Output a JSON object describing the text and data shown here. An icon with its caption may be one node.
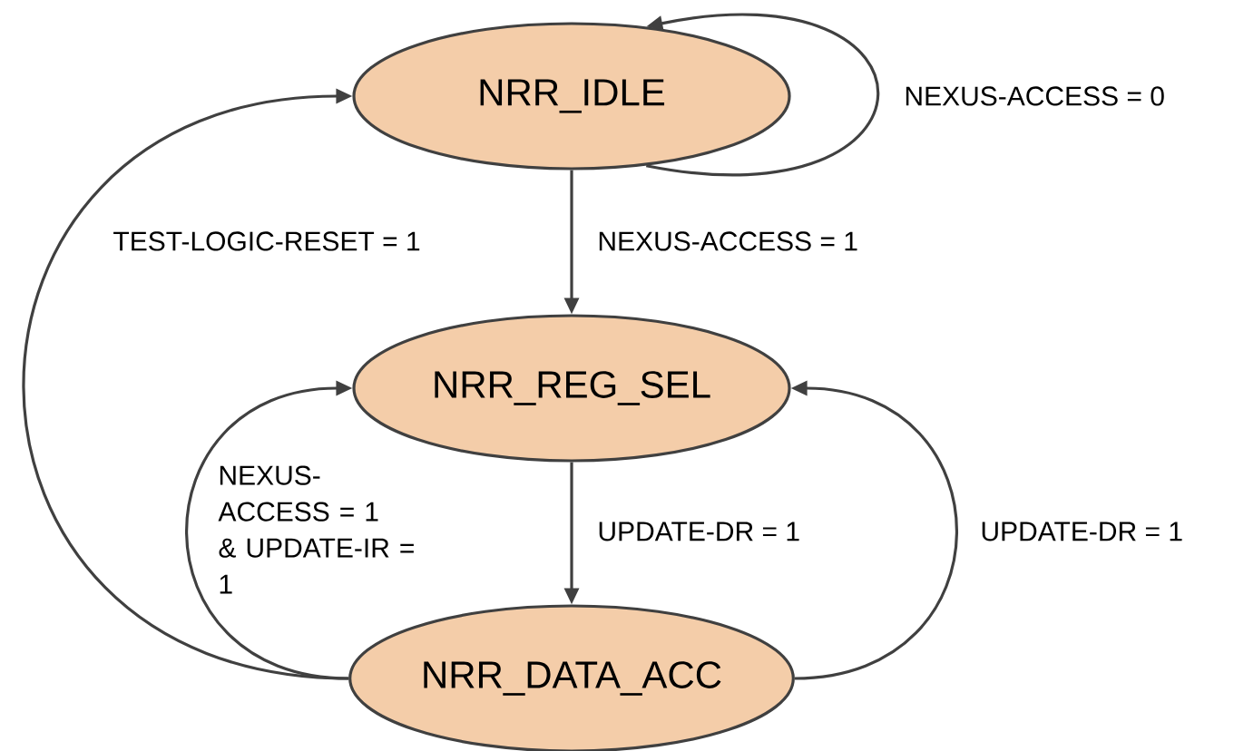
{
  "diagram": {
    "nodes": [
      {
        "text": [
          "NRR_IDLE"
        ]
      },
      {
        "text": [
          "NRR_REG_SEL"
        ]
      },
      {
        "text": [
          "NRR_DATA_ACC"
        ]
      }
    ],
    "edges": [
      {
        "from": 0,
        "to": 0,
        "arrow": "to",
        "label": "NEXUS-ACCESS = 0"
      },
      {
        "from": 0,
        "to": 1,
        "arrow": "to",
        "label": "NEXUS-ACCESS = 1"
      },
      {
        "from": 2,
        "to": 0,
        "arrow": "to",
        "label": "TEST-LOGIC-RESET = 1"
      },
      {
        "from": 2,
        "to": 1,
        "arrow": "to",
        "label": "NEXUS-ACCESS = 1 & UPDATE-IR = 1"
      },
      {
        "from": 1,
        "to": 2,
        "arrow": "to",
        "label": "UPDATE-DR = 1"
      },
      {
        "from": 2,
        "to": 1,
        "arrow": "to",
        "label": "UPDATE-DR = 1"
      }
    ]
  }
}
